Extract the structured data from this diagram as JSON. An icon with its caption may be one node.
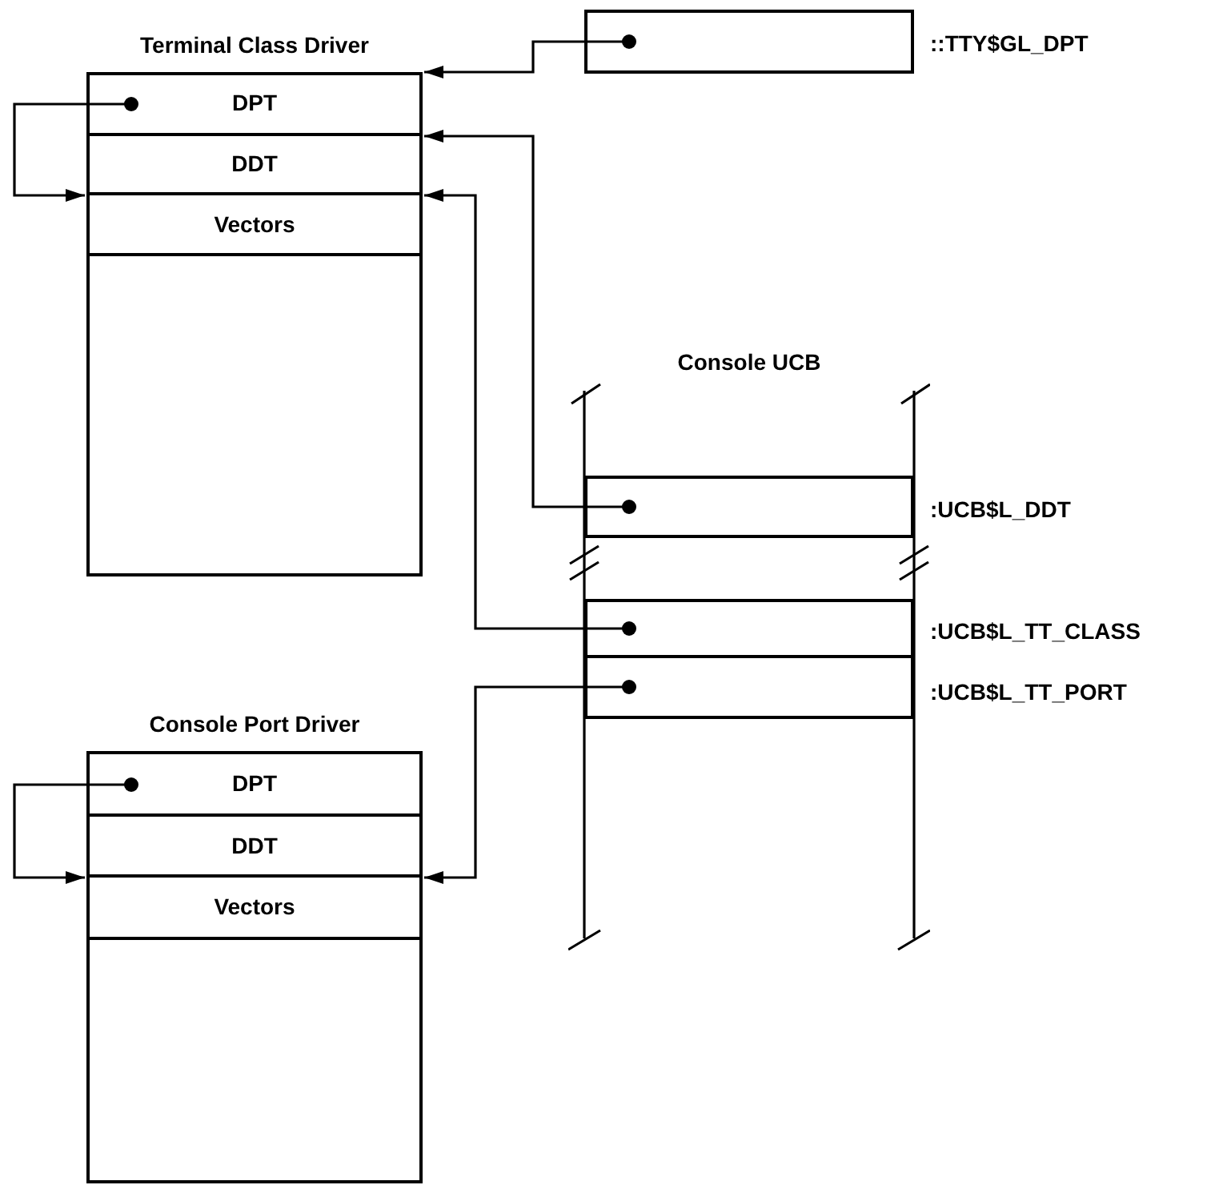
{
  "diagram": {
    "nodes": [
      {
        "text": [
          "Terminal Class Driver"
        ]
      },
      {
        "text": [
          "DPT"
        ],
        "in": 0
      },
      {
        "text": [
          "DDT"
        ],
        "in": 0
      },
      {
        "text": [
          "Vectors"
        ],
        "in": 0
      },
      {
        "text": [],
        "shape": "box",
        "beside": [
          "::TTY$GL_DPT"
        ]
      },
      {
        "text": [
          "Console UCB"
        ]
      },
      {
        "text": [],
        "shape": "box",
        "in": 5,
        "beside": [
          ":UCB$L_DDT"
        ]
      },
      {
        "text": [],
        "shape": "box",
        "in": 5,
        "beside": [
          ":UCB$L_TT_CLASS"
        ]
      },
      {
        "text": [],
        "shape": "box",
        "in": 5,
        "beside": [
          ":UCB$L_TT_PORT"
        ]
      },
      {
        "text": [
          "Console Port Driver"
        ]
      },
      {
        "text": [
          "DPT"
        ],
        "in": 9
      },
      {
        "text": [
          "DDT"
        ],
        "in": 9
      },
      {
        "text": [
          "Vectors"
        ],
        "in": 9
      }
    ],
    "edges": [
      {
        "from": 4,
        "to": 0,
        "arrow": "to"
      },
      {
        "from": 1,
        "to": 3,
        "arrow": "to"
      },
      {
        "from": 6,
        "to": 2,
        "arrow": "to"
      },
      {
        "from": 7,
        "to": 3,
        "arrow": "to"
      },
      {
        "from": 8,
        "to": 12,
        "arrow": "to"
      },
      {
        "from": 10,
        "to": 12,
        "arrow": "to"
      }
    ]
  }
}
